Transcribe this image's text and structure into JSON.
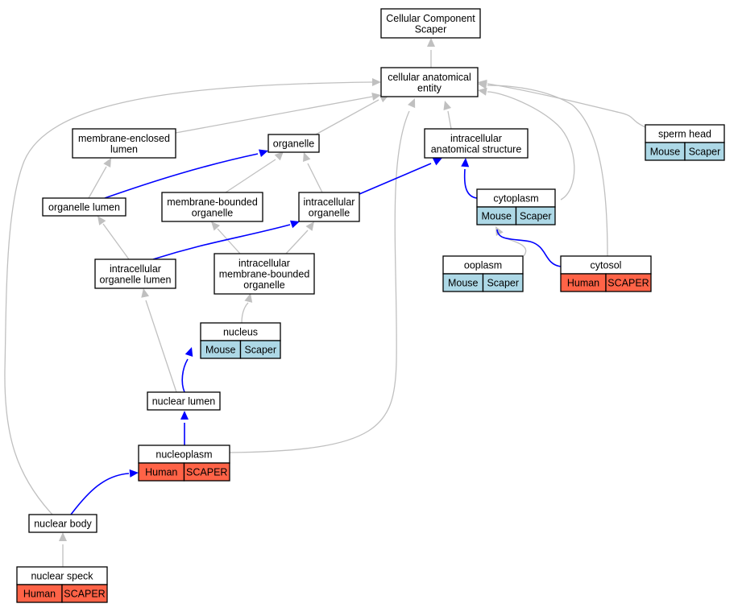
{
  "colors": {
    "mouse": "#add8e6",
    "human": "#ff6347",
    "edge_gray": "#c0c0c0",
    "edge_blue": "#0000ff"
  },
  "nodes": {
    "ccs": [
      "Cellular Component",
      "Scaper"
    ],
    "cae": [
      "cellular anatomical",
      "entity"
    ],
    "mel": [
      "membrane-enclosed",
      "lumen"
    ],
    "org": [
      "organelle"
    ],
    "ias": [
      "intracellular",
      "anatomical structure"
    ],
    "orgl": [
      "organelle lumen"
    ],
    "mbo": [
      "membrane-bounded",
      "organelle"
    ],
    "io": [
      "intracellular",
      "organelle"
    ],
    "iol": [
      "intracellular",
      "organelle lumen"
    ],
    "imbo": [
      "intracellular",
      "membrane-bounded",
      "organelle"
    ],
    "nucl": [
      "nucleus"
    ],
    "nlum": [
      "nuclear lumen"
    ],
    "nplasm": [
      "nucleoplasm"
    ],
    "nbody": [
      "nuclear body"
    ],
    "nspeck": [
      "nuclear speck"
    ],
    "cyto": [
      "cytoplasm"
    ],
    "oopl": [
      "ooplasm"
    ],
    "cytosol": [
      "cytosol"
    ],
    "sperm": [
      "sperm head"
    ]
  },
  "badges": {
    "nucl": [
      "Mouse",
      "Scaper"
    ],
    "nplasm": [
      "Human",
      "SCAPER"
    ],
    "nspeck": [
      "Human",
      "SCAPER"
    ],
    "cyto": [
      "Mouse",
      "Scaper"
    ],
    "oopl": [
      "Mouse",
      "Scaper"
    ],
    "cytosol": [
      "Human",
      "SCAPER"
    ],
    "sperm": [
      "Mouse",
      "Scaper"
    ]
  }
}
